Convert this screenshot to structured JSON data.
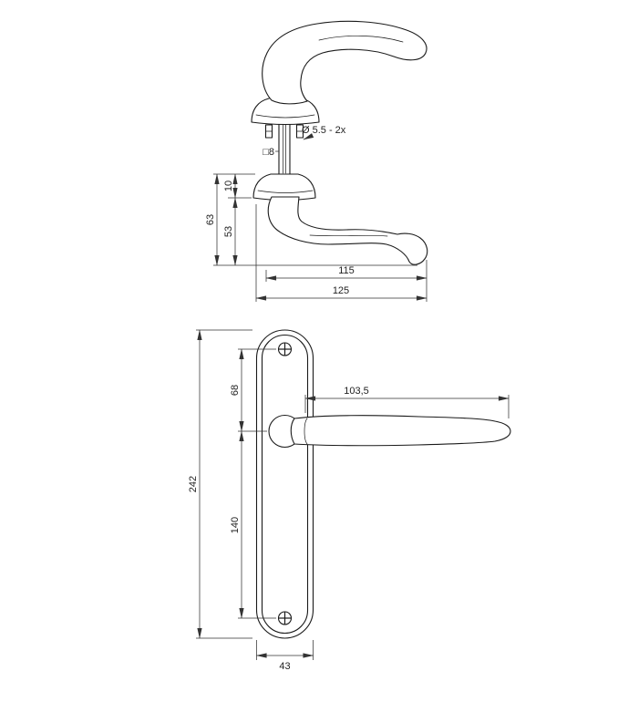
{
  "drawing": {
    "background_color": "#ffffff",
    "line_color": "#1a1a1a",
    "dimension_color": "#333333",
    "side_view": {
      "dims": {
        "screw_holes": "Ø 5.5 - 2x",
        "spindle_square": "□8",
        "rose_height": "10",
        "total_height": "63",
        "height_below_rose": "53",
        "grip_length": "115",
        "total_length": "125"
      }
    },
    "front_view": {
      "dims": {
        "top_screw_to_center": "68",
        "lever_length": "103,5",
        "plate_height": "242",
        "center_to_bottom_screw": "140",
        "plate_width": "43"
      }
    }
  }
}
